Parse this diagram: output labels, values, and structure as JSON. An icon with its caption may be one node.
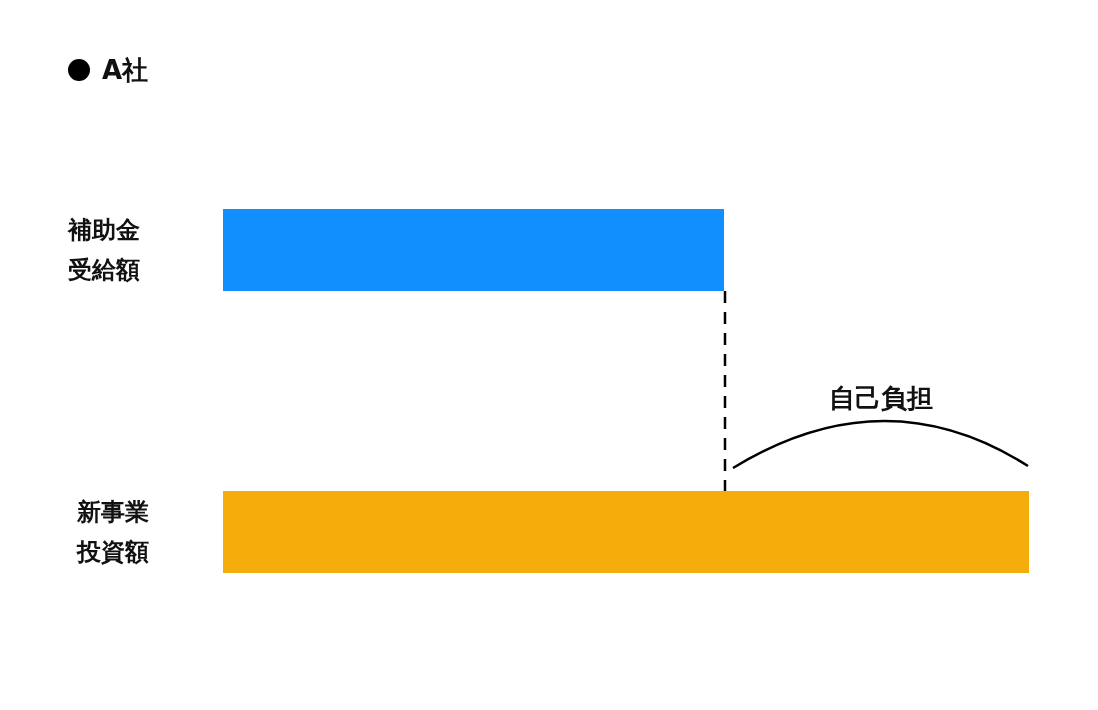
{
  "diagram": {
    "title": "A社",
    "nodes": [
      {
        "text": [],
        "shape": "bar",
        "beside": [
          "補助金受給額"
        ]
      },
      {
        "text": [],
        "shape": "bar",
        "beside": [
          "新事業投資額"
        ]
      }
    ],
    "edges": [
      {
        "from": 0,
        "to": 1,
        "arrow": "none",
        "style": "dashed"
      }
    ],
    "labels": [
      "自己負担"
    ]
  }
}
